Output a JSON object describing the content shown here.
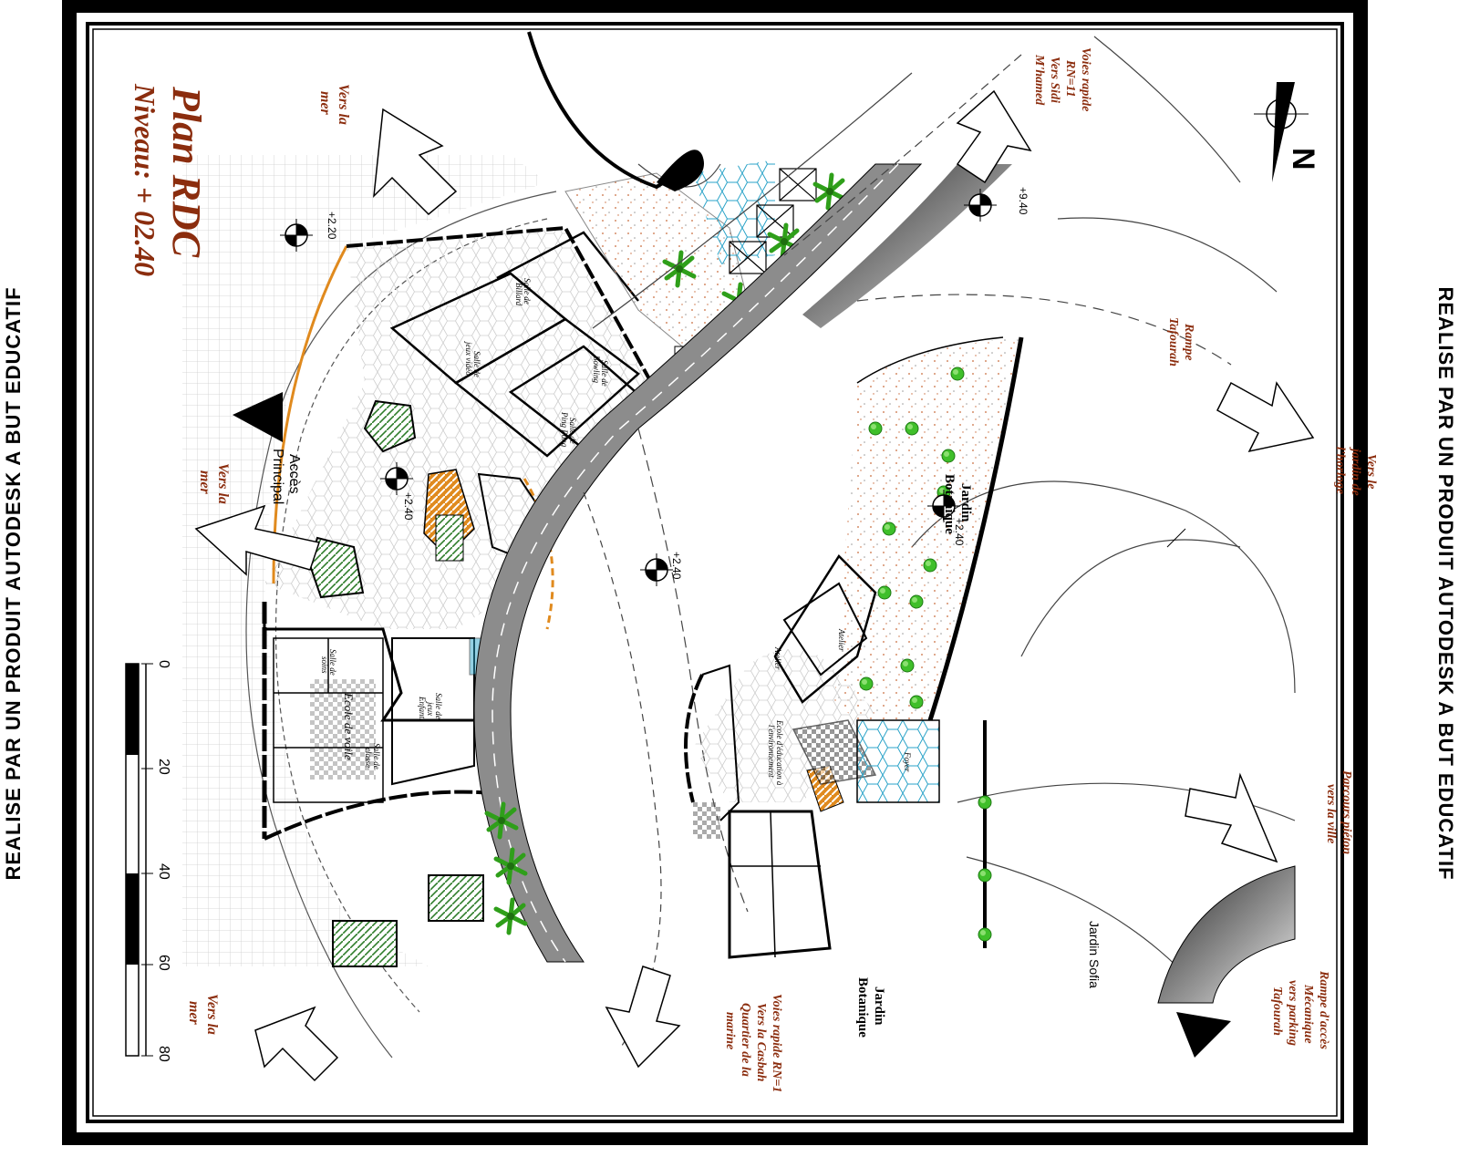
{
  "watermark": {
    "left": "REALISE PAR UN PRODUIT AUTODESK A BUT EDUCATIF",
    "right": "REALISE PAR UN PRODUIT AUTODESK A BUT EDUCATIF"
  },
  "title": {
    "main": "Plan RDC",
    "sub": "Niveau: + 02.40"
  },
  "north": "N",
  "colors": {
    "annotation": "#8b2d0e",
    "road": "#8c8c8c",
    "wall": "#000000",
    "orange_wall": "#e08a1e",
    "tree": "#3fbf2a",
    "hatch": "#2f7d2b"
  },
  "directions": {
    "vers_mer_top": [
      "Vers la",
      "mer"
    ],
    "vers_mer_mid": [
      "Vers la",
      "mer"
    ],
    "vers_mer_bottom": [
      "Vers la",
      "mer"
    ],
    "voies_rapide_top": [
      "Voies rapide",
      "RN=11",
      "Vers Sidi",
      "M'hamed"
    ],
    "rampe_tafourah": [
      "Rampe",
      "Tafourah"
    ],
    "vers_jardin": [
      "Vers le",
      "jardin de",
      "l'horloge"
    ],
    "parcours_pieton": [
      "Parcours piéton",
      "vers la ville"
    ],
    "rampe_acces": [
      "Rampe d'accès",
      "Mécanique",
      "vers parking",
      "Tafourah"
    ],
    "voies_rapide_bottom": [
      "Voies rapide RN=1",
      "Vers la Casbah",
      "Quartier de la",
      "marine"
    ]
  },
  "labels": {
    "acces": [
      "Accès",
      "Principal"
    ],
    "jardin_botanique": [
      "Jardin",
      "Botanique"
    ],
    "jardin_botanique_2": [
      "Jardin",
      "Botanique"
    ],
    "jardin_sofia": "Jardin Sofia"
  },
  "levels": {
    "l1": "+2.20",
    "l2": "+2.40",
    "l3": "+2.40",
    "l4": "+9.40",
    "l5": "+2.40"
  },
  "rooms": {
    "billard": [
      "Salle de",
      "Billard"
    ],
    "bowling": [
      "Salle de",
      "Bowling"
    ],
    "jeux_video": [
      "Salle de",
      "jeux vidéo"
    ],
    "ping_pong": [
      "Salle de",
      "Ping Pong"
    ],
    "soins": [
      "Salle de",
      "soins"
    ],
    "ecole": "Ecole de voile",
    "jeux_enfants": [
      "Salle de",
      "jeux",
      "Enfants"
    ],
    "classe": [
      "Salle de",
      "classe"
    ],
    "atelier_1": "Atelier",
    "atelier_2": "Atelier",
    "ecole_env": [
      "Ecole d'éducation à",
      "l'environnement"
    ],
    "foyer": "Foyer"
  },
  "scale": {
    "ticks": [
      "0",
      "20",
      "40",
      "60",
      "80"
    ]
  }
}
